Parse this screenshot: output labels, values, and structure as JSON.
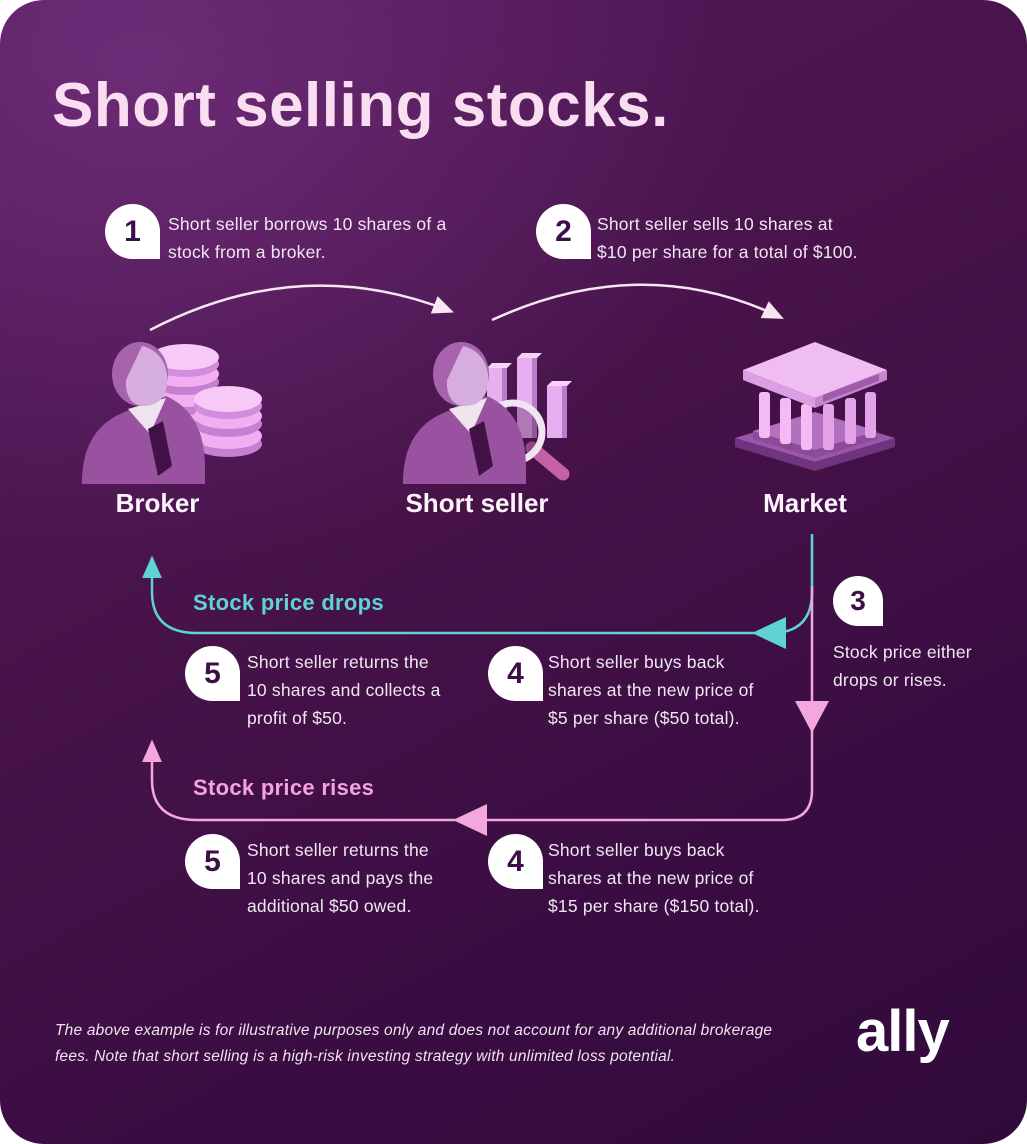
{
  "card": {
    "title": "Short selling stocks."
  },
  "steps_top": [
    {
      "num": "1",
      "text": "Short seller borrows 10 shares of a\nstock from a broker."
    },
    {
      "num": "2",
      "text": "Short seller sells 10 shares at\n$10 per share for a total of $100."
    }
  ],
  "actors": [
    {
      "label": "Broker",
      "icon": "broker-person-with-coins-icon"
    },
    {
      "label": "Short seller",
      "icon": "short-seller-chart-magnifier-icon"
    },
    {
      "label": "Market",
      "icon": "market-bank-building-icon"
    }
  ],
  "step3": {
    "num": "3",
    "text": "Stock price either\ndrops or rises."
  },
  "drop_branch": {
    "label": "Stock price drops",
    "color": "#5ed3d4",
    "step5": {
      "num": "5",
      "text": "Short seller returns the\n10 shares and collects a\nprofit of $50."
    },
    "step4": {
      "num": "4",
      "text": "Short seller buys back\nshares at the new price of\n$5 per share ($50 total)."
    }
  },
  "rise_branch": {
    "label": "Stock price rises",
    "color": "#f2a4da",
    "step5": {
      "num": "5",
      "text": "Short seller returns the\n10 shares and pays the\nadditional $50 owed."
    },
    "step4": {
      "num": "4",
      "text": "Short seller buys back\nshares at the new price of\n$15 per share ($150 total)."
    }
  },
  "footer": {
    "disclaimer": "The above example is for illustrative purposes only and does not account for any additional brokerage\nfees. Note that short selling is a high-risk investing strategy with unlimited loss potential.",
    "brand": "ally"
  },
  "colors": {
    "background_dark_purple": "#3a0d42",
    "title_pink": "#f9def1",
    "body_text": "#f1e7f2",
    "teal_accent": "#5ed3d4",
    "pink_accent": "#f2a4da",
    "arc_white": "#f6e6f2",
    "badge_background": "#ffffff",
    "badge_number": "#3c0f46"
  }
}
